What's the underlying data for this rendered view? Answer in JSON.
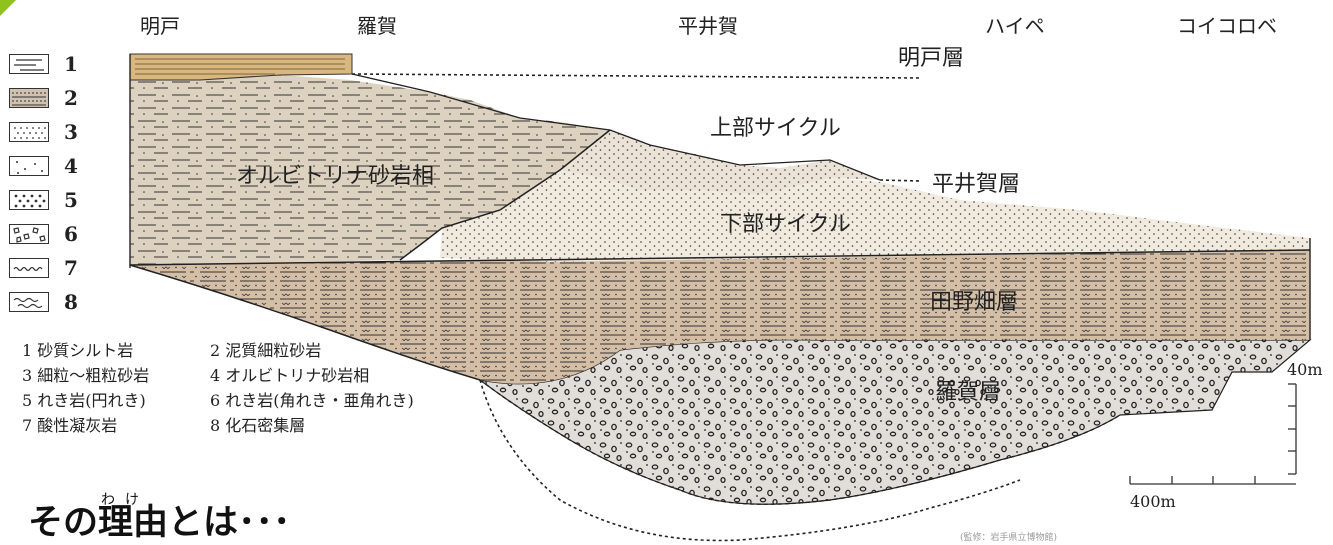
{
  "locations": [
    "明戸",
    "羅賀",
    "平井賀",
    "ハイペ",
    "コイコロベ"
  ],
  "legend": {
    "numbers": [
      "1",
      "2",
      "3",
      "4",
      "5",
      "6",
      "7",
      "8"
    ],
    "descriptions": [
      "1 砂質シルト岩",
      "2 泥質細粒砂岩",
      "3 細粒～粗粒砂岩",
      "4 オルビトリナ砂岩相",
      "5 れき岩(円れき)",
      "6 れき岩(角れき・亜角れき)",
      "7 酸性凝灰岩",
      "8 化石密集層"
    ]
  },
  "layers": {
    "akedo": "明戸層",
    "upper_cycle": "上部サイクル",
    "orbitolina": "オルビトリナ砂岩相",
    "hiraiga": "平井賀層",
    "lower_cycle": "下部サイクル",
    "tanohata": "田野畑層",
    "raga": "羅賀層"
  },
  "scale": {
    "vertical": "40m",
    "horizontal": "400m"
  },
  "heading": {
    "text": "その理由とは･･･",
    "ruby": "わけ"
  },
  "credit": "(監修：岩手県立博物館)",
  "colors": {
    "akedo": "#d9b77f",
    "orbitolina": "#ddd2bf",
    "hiraiga_upper": "#ebe3d6",
    "hiraiga_lower": "#f1eadf",
    "tanohata": "#d4bea6",
    "raga": "#e1ddd8",
    "accent": "#8dc21f"
  }
}
